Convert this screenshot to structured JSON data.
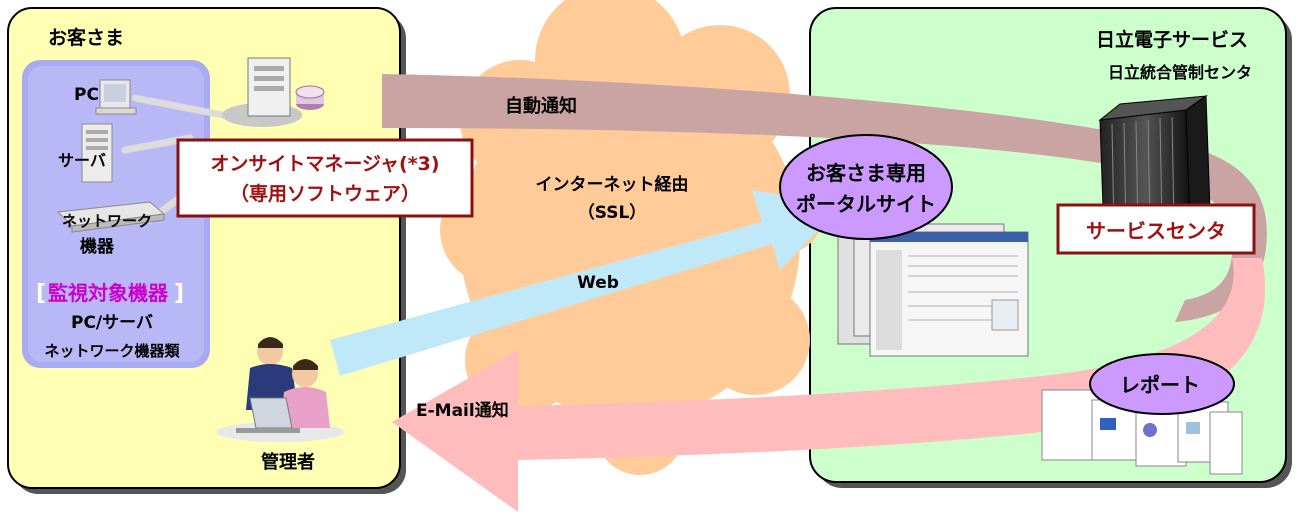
{
  "customer": {
    "title": "お客さま",
    "devices": {
      "pc": "PC",
      "server": "サーバ",
      "network_line1": "ネットワーク",
      "network_line2": "機器"
    },
    "monitored": {
      "bracket_open": "[",
      "title": "監視対象機器",
      "bracket_close": "]",
      "line1": "PC/サーバ",
      "line2": "ネットワーク機器類"
    },
    "onsite_manager": {
      "line1": "オンサイトマネージャ(*3)",
      "line2": "（専用ソフトウェア）"
    },
    "admin_label": "管理者"
  },
  "internet": {
    "line1": "インターネット経由",
    "line2": "（SSL）"
  },
  "flows": {
    "auto_notify": "自動通知",
    "web": "Web",
    "email_notify": "E-Mail通知"
  },
  "provider": {
    "company": "日立電子サービス",
    "center": "日立統合管制センタ",
    "portal": {
      "line1": "お客さま専用",
      "line2": "ポータルサイト"
    },
    "service_center": "サービスセンタ",
    "report": "レポート"
  },
  "colors": {
    "customer_bg": "#ffffb3",
    "provider_bg": "#ccffcc",
    "device_panel": "#aaaaf2",
    "cloud": "#ffcc99",
    "auto_arrow": "#caa3a3",
    "email_arrow": "#ffbcbc",
    "web_arrow": "#bfe8f8",
    "bubble": "#cc99ff",
    "accent_red": "#a01010",
    "monitored_title": "#cc00cc"
  }
}
